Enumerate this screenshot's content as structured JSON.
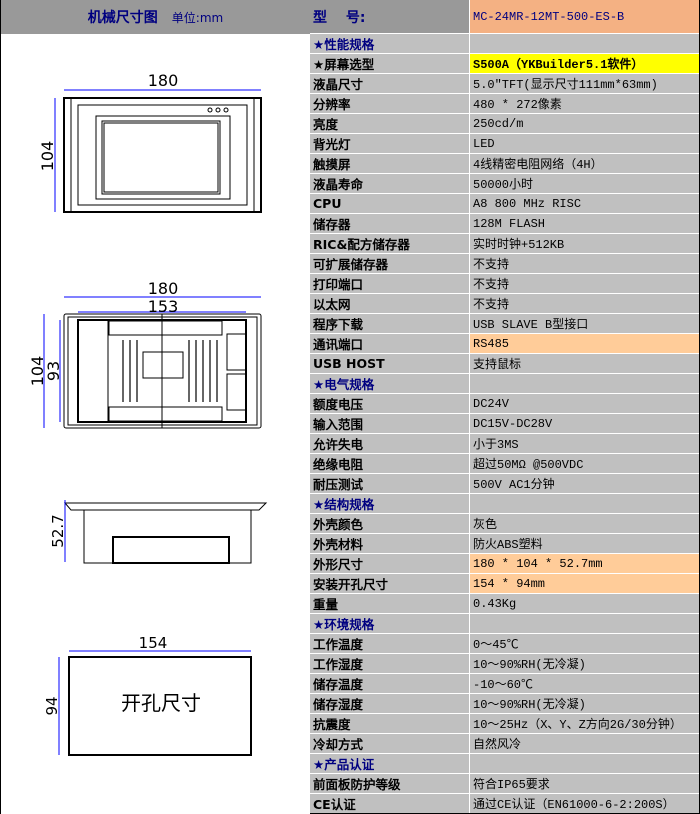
{
  "left": {
    "title": "机械尺寸图",
    "unit": "单位:mm",
    "front": {
      "width": "180",
      "height": "104"
    },
    "back": {
      "width": "180",
      "inner_width": "153",
      "height": "104",
      "inner_height": "93"
    },
    "side": {
      "depth": "52.7"
    },
    "cutout": {
      "width": "154",
      "height": "94",
      "label": "开孔尺寸"
    }
  },
  "table": {
    "model_label": "型　 号:",
    "model_value": "MC-24MR-12MT-500-ES-B",
    "rows": [
      {
        "label": "★性能规格",
        "value": "",
        "type": "sec"
      },
      {
        "label": "★屏幕选型",
        "value": "S500A（YKBuilder5.1软件）",
        "type": "yl"
      },
      {
        "label": "液晶尺寸",
        "value": "5.0\"TFT(显示尺寸111mm*63mm)"
      },
      {
        "label": "分辨率",
        "value": "480 * 272像素"
      },
      {
        "label": "亮度",
        "value": "250cd/m"
      },
      {
        "label": "背光灯",
        "value": "LED"
      },
      {
        "label": "触摸屏",
        "value": "4线精密电阻网络（4H）"
      },
      {
        "label": "液晶寿命",
        "value": "50000小时"
      },
      {
        "label": "CPU",
        "value": "A8 800 MHz RISC"
      },
      {
        "label": "储存器",
        "value": "128M FLASH"
      },
      {
        "label": "RIC&配方储存器",
        "value": "实时时钟+512KB"
      },
      {
        "label": "可扩展储存器",
        "value": "不支持"
      },
      {
        "label": "打印端口",
        "value": "不支持"
      },
      {
        "label": "以太网",
        "value": "不支持"
      },
      {
        "label": "程序下载",
        "value": "USB SLAVE B型接口"
      },
      {
        "label": "通讯端口",
        "value": "RS485",
        "type": "hl"
      },
      {
        "label": "USB HOST",
        "value": "支持鼠标"
      },
      {
        "label": "★电气规格",
        "value": "",
        "type": "sec"
      },
      {
        "label": "额度电压",
        "value": "DC24V"
      },
      {
        "label": "输入范围",
        "value": "DC15V-DC28V"
      },
      {
        "label": "允许失电",
        "value": "小于3MS"
      },
      {
        "label": "绝缘电阻",
        "value": "超过50MΩ @500VDC"
      },
      {
        "label": "耐压测试",
        "value": "500V AC1分钟"
      },
      {
        "label": "★结构规格",
        "value": "",
        "type": "sec"
      },
      {
        "label": "外壳颜色",
        "value": "灰色"
      },
      {
        "label": "外壳材料",
        "value": "防火ABS塑料"
      },
      {
        "label": "外形尺寸",
        "value": "180 * 104 * 52.7mm",
        "type": "hl"
      },
      {
        "label": "安装开孔尺寸",
        "value": "154 * 94mm",
        "type": "hl"
      },
      {
        "label": "重量",
        "value": "0.43Kg"
      },
      {
        "label": "★环境规格",
        "value": "",
        "type": "sec"
      },
      {
        "label": "工作温度",
        "value": "0～45℃"
      },
      {
        "label": "工作湿度",
        "value": "10～90%RH(无冷凝)"
      },
      {
        "label": "储存温度",
        "value": "-10～60℃"
      },
      {
        "label": "储存湿度",
        "value": "10～90%RH(无冷凝)"
      },
      {
        "label": "抗震度",
        "value": "10～25Hz（X、Y、Z方向2G/30分钟）"
      },
      {
        "label": "冷却方式",
        "value": "自然风冷"
      },
      {
        "label": "★产品认证",
        "value": "",
        "type": "sec"
      },
      {
        "label": "前面板防护等级",
        "value": "符合IP65要求"
      },
      {
        "label": "CE认证",
        "value": "通过CE认证（EN61000-6-2:200S）"
      }
    ]
  }
}
